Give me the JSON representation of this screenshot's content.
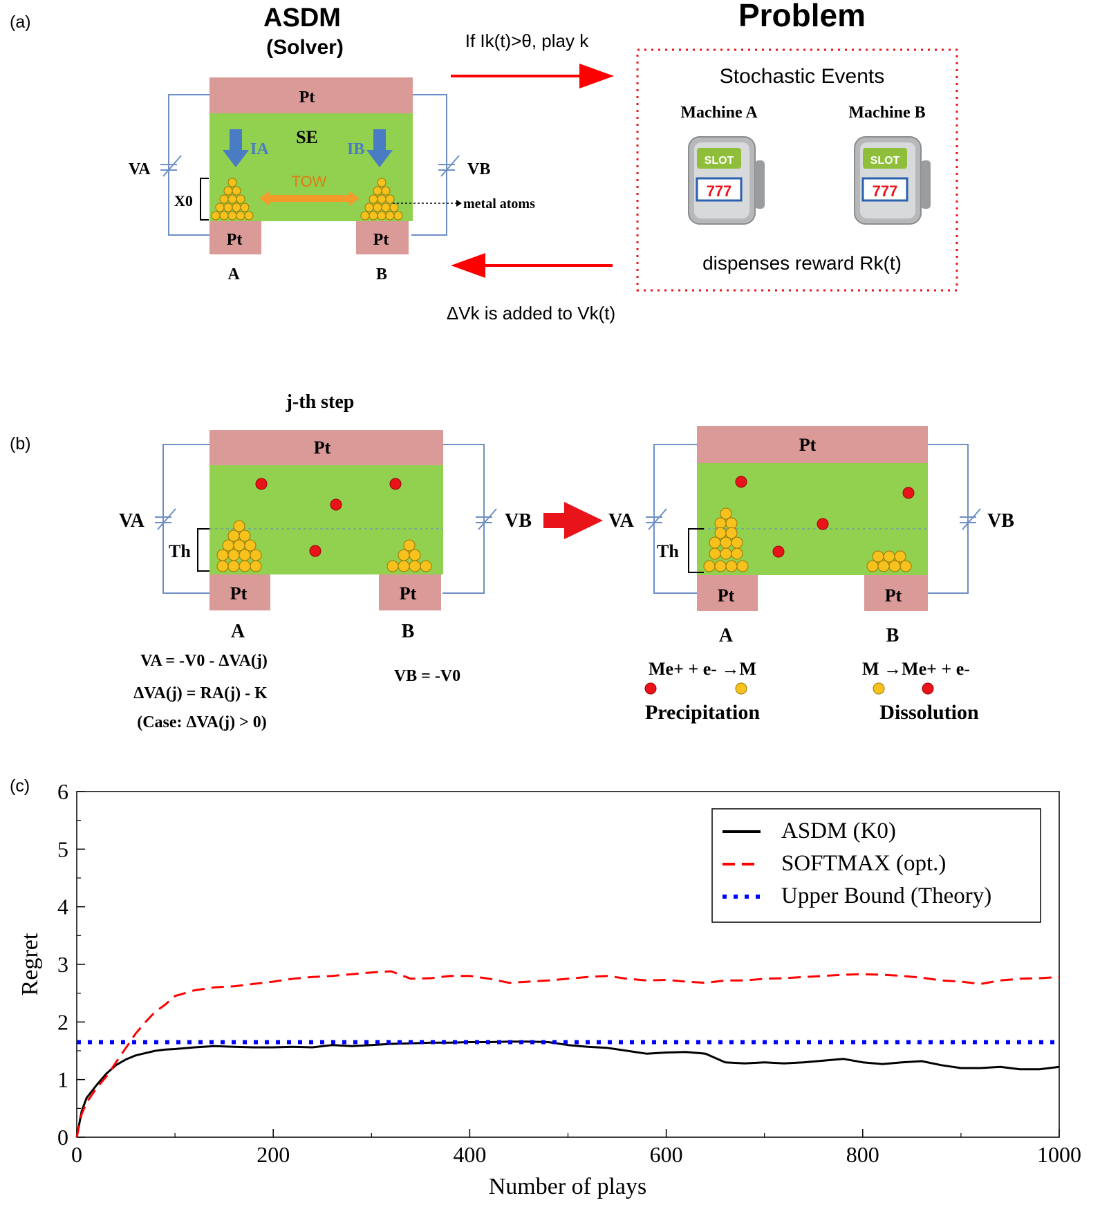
{
  "panel_labels": {
    "a": "(a)",
    "b": "(b)",
    "c": "(c)"
  },
  "panel_a": {
    "solver_title": "ASDM",
    "solver_subtitle": "(Solver)",
    "problem_title": "Problem",
    "arrow_top_label": "If Ik(t)>θ, play k",
    "arrow_bottom_label": "ΔVk is added to Vk(t)",
    "stochastic_events": "Stochastic Events",
    "machine_a": "Machine A",
    "machine_b": "Machine B",
    "slot_label": "SLOT",
    "slot_digits": "777",
    "dispenses": "dispenses reward Rk(t)",
    "pt": "Pt",
    "se": "SE",
    "ia": "IA",
    "ib": "IB",
    "tow": "TOW",
    "va": "VA",
    "vb": "VB",
    "x0": "X0",
    "metal_atoms": "metal atoms",
    "electrode_a": "A",
    "electrode_b": "B",
    "colors": {
      "pt": "#d99a98",
      "se": "#92d050",
      "atom": "#f7c21d",
      "arrow_red": "#ff0000",
      "current_blue": "#4a7cc4",
      "tow_orange": "#f39c2b",
      "wire": "#6d8fc5"
    }
  },
  "panel_b": {
    "step_title": "j-th step",
    "pt": "Pt",
    "va": "VA",
    "vb": "VB",
    "th": "Th",
    "electrode_a": "A",
    "electrode_b": "B",
    "eq1": "VA = -V0 - ΔVA(j)",
    "eq2": "ΔVA(j) = RA(j) - K",
    "eq3": "(Case: ΔVA(j) > 0)",
    "eq_vb": "VB = -V0",
    "reaction_a": "Me+ + e- →M",
    "reaction_b": "M →Me+ + e-",
    "precipitation": "Precipitation",
    "dissolution": "Dissolution",
    "colors": {
      "ion": "#e8141a",
      "atom": "#f7c21d"
    }
  },
  "chart_data": {
    "type": "line",
    "xlabel": "Number of plays",
    "ylabel": "Regret",
    "xlim": [
      0,
      1000
    ],
    "ylim": [
      0,
      6
    ],
    "xticks": [
      0,
      200,
      400,
      600,
      800,
      1000
    ],
    "yticks": [
      0,
      1,
      2,
      3,
      4,
      5,
      6
    ],
    "legend_position": "top-right",
    "series": [
      {
        "name": "ASDM (K0)",
        "color": "#000000",
        "style": "solid",
        "x": [
          0,
          5,
          10,
          20,
          30,
          40,
          50,
          60,
          70,
          80,
          90,
          100,
          120,
          140,
          160,
          180,
          200,
          220,
          240,
          260,
          280,
          300,
          320,
          340,
          360,
          380,
          400,
          420,
          440,
          460,
          480,
          500,
          520,
          540,
          560,
          580,
          600,
          620,
          640,
          660,
          680,
          700,
          720,
          740,
          760,
          780,
          800,
          820,
          840,
          860,
          880,
          900,
          920,
          940,
          960,
          980,
          1000
        ],
        "y": [
          0,
          0.45,
          0.68,
          0.9,
          1.1,
          1.25,
          1.35,
          1.42,
          1.46,
          1.5,
          1.52,
          1.53,
          1.56,
          1.58,
          1.57,
          1.56,
          1.56,
          1.57,
          1.56,
          1.6,
          1.58,
          1.6,
          1.62,
          1.63,
          1.64,
          1.64,
          1.65,
          1.65,
          1.66,
          1.66,
          1.65,
          1.6,
          1.57,
          1.55,
          1.5,
          1.45,
          1.47,
          1.48,
          1.45,
          1.3,
          1.28,
          1.3,
          1.28,
          1.3,
          1.33,
          1.36,
          1.3,
          1.27,
          1.3,
          1.32,
          1.25,
          1.2,
          1.2,
          1.22,
          1.18,
          1.18,
          1.22
        ]
      },
      {
        "name": "SOFTMAX (opt.)",
        "color": "#ff0000",
        "style": "dashed",
        "x": [
          0,
          5,
          10,
          20,
          30,
          40,
          50,
          60,
          70,
          80,
          90,
          100,
          120,
          140,
          160,
          180,
          200,
          220,
          240,
          260,
          280,
          300,
          320,
          340,
          360,
          380,
          400,
          420,
          440,
          460,
          480,
          500,
          520,
          540,
          560,
          580,
          600,
          620,
          640,
          660,
          680,
          700,
          720,
          740,
          760,
          780,
          800,
          820,
          840,
          860,
          880,
          900,
          920,
          940,
          960,
          980,
          1000
        ],
        "y": [
          0,
          0.4,
          0.6,
          0.85,
          1.05,
          1.3,
          1.55,
          1.8,
          2.0,
          2.18,
          2.3,
          2.45,
          2.55,
          2.6,
          2.62,
          2.66,
          2.7,
          2.75,
          2.78,
          2.8,
          2.83,
          2.86,
          2.88,
          2.75,
          2.76,
          2.8,
          2.8,
          2.75,
          2.68,
          2.7,
          2.72,
          2.75,
          2.78,
          2.8,
          2.75,
          2.72,
          2.73,
          2.7,
          2.68,
          2.72,
          2.72,
          2.75,
          2.76,
          2.78,
          2.8,
          2.82,
          2.83,
          2.82,
          2.8,
          2.77,
          2.72,
          2.7,
          2.66,
          2.72,
          2.75,
          2.76,
          2.78
        ]
      },
      {
        "name": "Upper Bound (Theory)",
        "color": "#0000ff",
        "style": "dotted",
        "x": [
          0,
          1000
        ],
        "y": [
          1.65,
          1.65
        ]
      }
    ]
  }
}
